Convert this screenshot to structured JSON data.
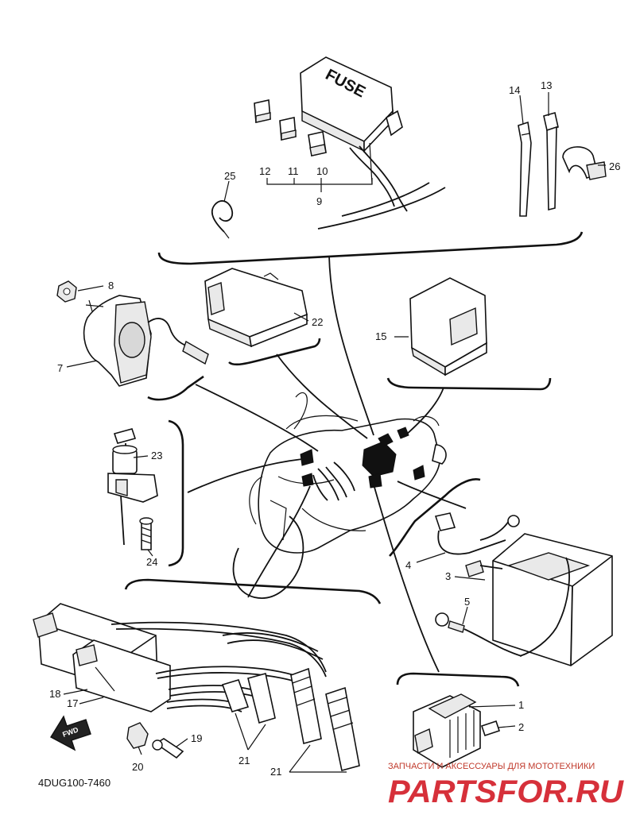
{
  "diagram": {
    "fuse_box_label": "FUSE",
    "catalog_code": "4DUG100-7460",
    "fwd_arrow_label": "FWD",
    "callouts": {
      "p1": "1",
      "p2": "2",
      "p3": "3",
      "p4": "4",
      "p5": "5",
      "p7": "7",
      "p8": "8",
      "p9": "9",
      "p10": "10",
      "p11": "11",
      "p12": "12",
      "p13": "13",
      "p14": "14",
      "p15": "15",
      "p17": "17",
      "p18": "18",
      "p19": "19",
      "p20": "20",
      "p21a": "21",
      "p21b": "21",
      "p22": "22",
      "p23": "23",
      "p24": "24",
      "p25": "25",
      "p26": "26"
    }
  },
  "watermark": {
    "tagline": "ЗАПЧАСТИ И АКСЕССУАРЫ ДЛЯ МОТОТЕХНИКИ",
    "logo_text": "PARTSFOR.RU",
    "color": "#d6303a"
  }
}
